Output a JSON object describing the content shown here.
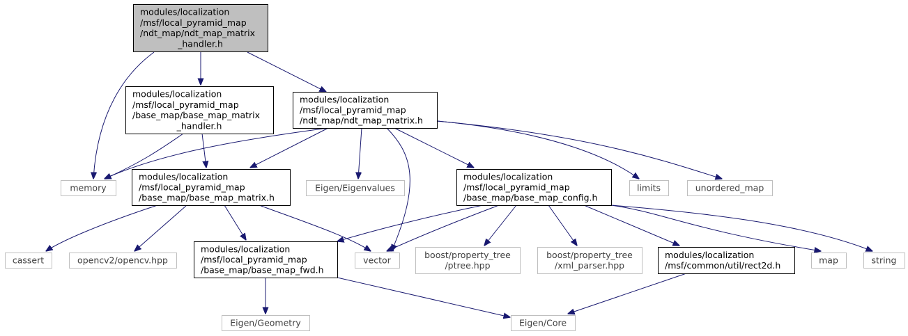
{
  "colors": {
    "edge": "#191970",
    "root_fill": "#bfbfbf",
    "root_stroke": "#000000",
    "project_stroke": "#000000",
    "external_stroke": "#bfbfbf",
    "external_text": "#3f3f3f",
    "text": "#000000"
  },
  "nodes": [
    {
      "id": "root",
      "kind": "root",
      "lines": [
        "modules/localization",
        "/msf/local_pyramid_map",
        "/ndt_map/ndt_map_matrix",
        "_handler.h"
      ]
    },
    {
      "id": "memory",
      "kind": "external",
      "lines": [
        "memory"
      ]
    },
    {
      "id": "base_handler",
      "kind": "project",
      "lines": [
        "modules/localization",
        "/msf/local_pyramid_map",
        "/base_map/base_map_matrix",
        "_handler.h"
      ]
    },
    {
      "id": "ndt_matrix",
      "kind": "project",
      "lines": [
        "modules/localization",
        "/msf/local_pyramid_map",
        "/ndt_map/ndt_map_matrix.h"
      ]
    },
    {
      "id": "base_matrix",
      "kind": "project",
      "lines": [
        "modules/localization",
        "/msf/local_pyramid_map",
        "/base_map/base_map_matrix.h"
      ]
    },
    {
      "id": "eigenvalues",
      "kind": "external",
      "lines": [
        "Eigen/Eigenvalues"
      ]
    },
    {
      "id": "base_config",
      "kind": "project",
      "lines": [
        "modules/localization",
        "/msf/local_pyramid_map",
        "/base_map/base_map_config.h"
      ]
    },
    {
      "id": "limits",
      "kind": "external",
      "lines": [
        "limits"
      ]
    },
    {
      "id": "unordered_map",
      "kind": "external",
      "lines": [
        "unordered_map"
      ]
    },
    {
      "id": "cassert",
      "kind": "external",
      "lines": [
        "cassert"
      ]
    },
    {
      "id": "opencv",
      "kind": "external",
      "lines": [
        "opencv2/opencv.hpp"
      ]
    },
    {
      "id": "base_fwd",
      "kind": "project",
      "lines": [
        "modules/localization",
        "/msf/local_pyramid_map",
        "/base_map/base_map_fwd.h"
      ]
    },
    {
      "id": "vector",
      "kind": "external",
      "lines": [
        "vector"
      ]
    },
    {
      "id": "ptree",
      "kind": "external",
      "lines": [
        "boost/property_tree",
        "/ptree.hpp"
      ]
    },
    {
      "id": "xml_parser",
      "kind": "external",
      "lines": [
        "boost/property_tree",
        "/xml_parser.hpp"
      ]
    },
    {
      "id": "rect2d",
      "kind": "project",
      "lines": [
        "modules/localization",
        "/msf/common/util/rect2d.h"
      ]
    },
    {
      "id": "map",
      "kind": "external",
      "lines": [
        "map"
      ]
    },
    {
      "id": "string",
      "kind": "external",
      "lines": [
        "string"
      ]
    },
    {
      "id": "geometry",
      "kind": "external",
      "lines": [
        "Eigen/Geometry"
      ]
    },
    {
      "id": "core",
      "kind": "external",
      "lines": [
        "Eigen/Core"
      ]
    }
  ],
  "edges": [
    [
      "root",
      "memory"
    ],
    [
      "root",
      "base_handler"
    ],
    [
      "root",
      "ndt_matrix"
    ],
    [
      "base_handler",
      "memory"
    ],
    [
      "base_handler",
      "base_matrix"
    ],
    [
      "ndt_matrix",
      "memory"
    ],
    [
      "ndt_matrix",
      "base_matrix"
    ],
    [
      "ndt_matrix",
      "eigenvalues"
    ],
    [
      "ndt_matrix",
      "vector"
    ],
    [
      "ndt_matrix",
      "base_config"
    ],
    [
      "ndt_matrix",
      "limits"
    ],
    [
      "ndt_matrix",
      "unordered_map"
    ],
    [
      "base_matrix",
      "cassert"
    ],
    [
      "base_matrix",
      "opencv"
    ],
    [
      "base_matrix",
      "base_fwd"
    ],
    [
      "base_matrix",
      "vector"
    ],
    [
      "base_config",
      "base_fwd"
    ],
    [
      "base_config",
      "vector"
    ],
    [
      "base_config",
      "ptree"
    ],
    [
      "base_config",
      "xml_parser"
    ],
    [
      "base_config",
      "rect2d"
    ],
    [
      "base_config",
      "map"
    ],
    [
      "base_config",
      "string"
    ],
    [
      "base_fwd",
      "geometry"
    ],
    [
      "base_fwd",
      "core"
    ],
    [
      "rect2d",
      "core"
    ]
  ]
}
